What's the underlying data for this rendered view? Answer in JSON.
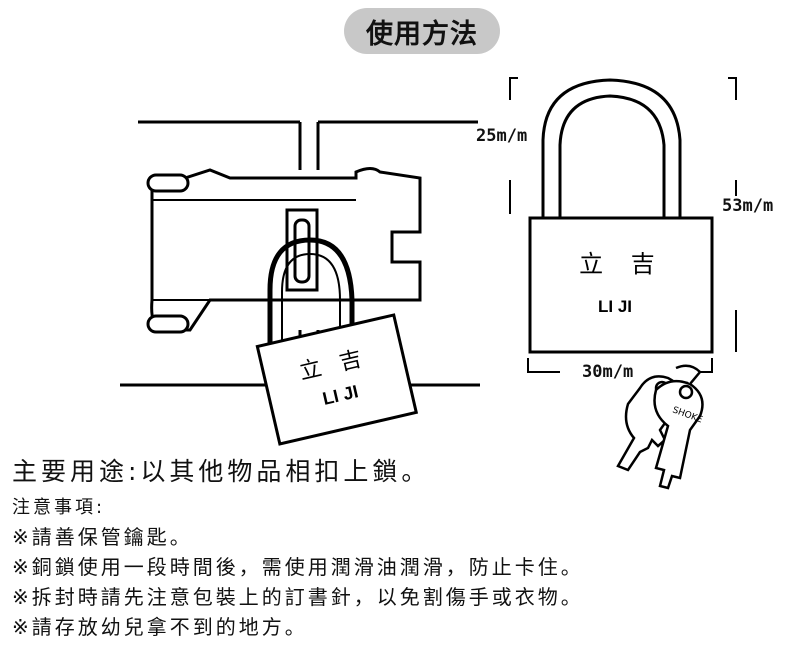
{
  "title": "使用方法",
  "illustration_left": {
    "lock_brand_cn": "立 吉",
    "lock_brand_en": "LI JI"
  },
  "illustration_right": {
    "lock_brand_cn": "立 吉",
    "lock_brand_en": "LI JI",
    "dim_shackle": "25m/m",
    "dim_height": "53m/m",
    "dim_width": "30m/m",
    "key_brand": "SHOKE"
  },
  "main_use": "主要用途:以其他物品相扣上鎖。",
  "notes_heading": "注意事項:",
  "notes": [
    "※請善保管鑰匙。",
    "※銅鎖使用一段時間後，需使用潤滑油潤滑，防止卡住。",
    "※拆封時請先注意包裝上的訂書針，以免割傷手或衣物。",
    "※請存放幼兒拿不到的地方。"
  ]
}
